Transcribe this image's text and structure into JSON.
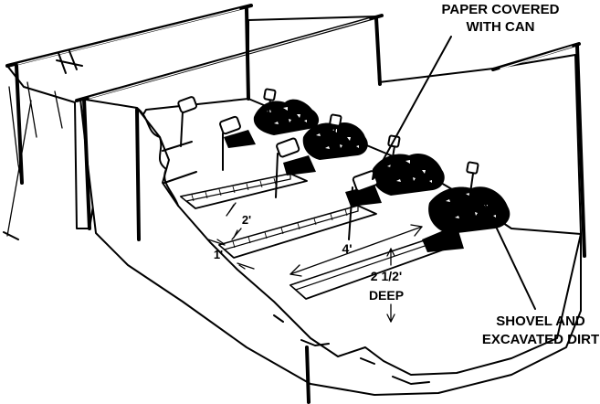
{
  "labels": {
    "paper_covered_line1": "PAPER COVERED",
    "paper_covered_line2": "WITH CAN",
    "shovel_line1": "SHOVEL AND",
    "shovel_line2": "EXCAVATED DIRT",
    "depth_value": "2 1/2'",
    "depth_word": "DEEP",
    "length_dim": "4'",
    "spacing_dim": "2'",
    "width_dim": "1'"
  }
}
